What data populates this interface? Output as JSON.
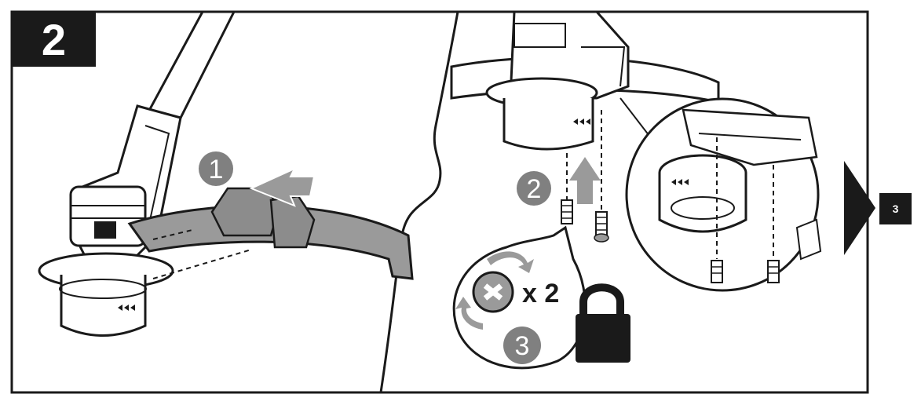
{
  "step": {
    "number": "2",
    "next_number": "3"
  },
  "callouts": [
    {
      "id": 1,
      "label": "1"
    },
    {
      "id": 2,
      "label": "2"
    },
    {
      "id": 3,
      "label": "3"
    }
  ],
  "screw_quantity": "x 2",
  "colors": {
    "outline": "#1a1a1a",
    "callout_fill": "#808080",
    "arrow_fill": "#9a9a9a",
    "guard_shade": "#9a9a9a",
    "background": "#ffffff"
  },
  "icons": [
    "lock-icon",
    "phillips-screw-icon",
    "rotate-clockwise-arrow-icon",
    "next-step-arrow-icon"
  ]
}
